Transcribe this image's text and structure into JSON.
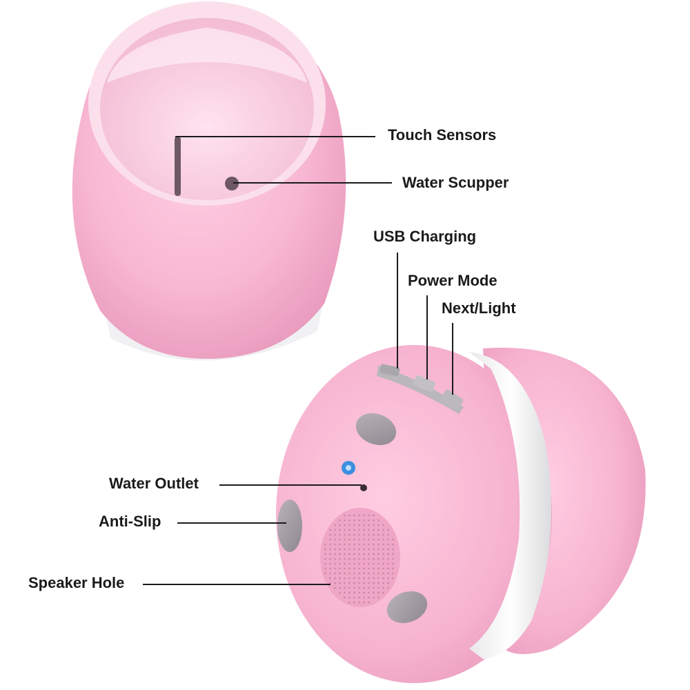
{
  "product": {
    "body_color": "#f7b7d2",
    "trim_color": "#f4f4f4",
    "accent_color": "#7a5f6e"
  },
  "labels": {
    "touch_sensors": "Touch Sensors",
    "water_scupper": "Water Scupper",
    "usb_charging": "USB Charging",
    "power_mode": "Power Mode",
    "next_light": "Next/Light",
    "water_outlet": "Water Outlet",
    "anti_slip": "Anti-Slip",
    "speaker_hole": "Speaker Hole"
  }
}
